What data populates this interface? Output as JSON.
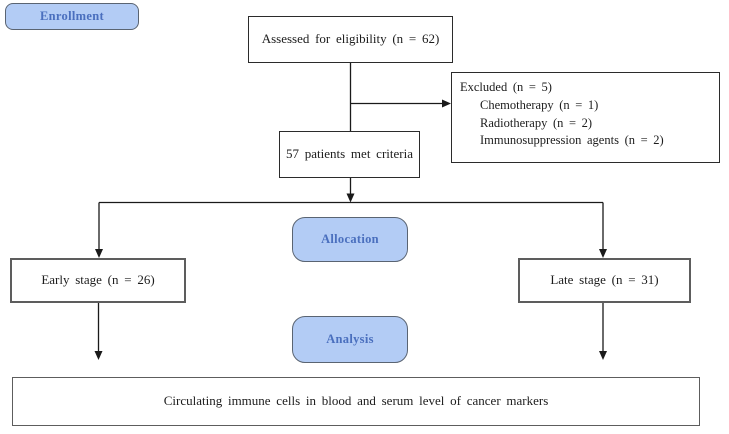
{
  "diagram": {
    "type": "flowchart",
    "title_semantic": "CONSORT-style patient enrollment flow diagram",
    "phase_badges": {
      "enrollment": "Enrollment",
      "allocation": "Allocation",
      "analysis": "Analysis"
    },
    "nodes": {
      "assessed": "Assessed for eligibility (n = 62)",
      "excluded": {
        "title": "Excluded (n = 5)",
        "items": [
          "Chemotherapy (n = 1)",
          "Radiotherapy (n = 2)",
          "Immunosuppression agents (n = 2)"
        ]
      },
      "criteria": "57 patients met criteria",
      "early_stage": "Early stage (n = 26)",
      "late_stage": "Late stage (n = 31)",
      "outcome": "Circulating immune cells in blood and serum level of cancer markers"
    },
    "counts": {
      "assessed_n": 62,
      "excluded_n": 5,
      "chemotherapy_n": 1,
      "radiotherapy_n": 2,
      "immunosuppression_n": 2,
      "met_criteria_n": 57,
      "early_stage_n": 26,
      "late_stage_n": 31
    },
    "colors": {
      "badge_fill": "#b3ccf5",
      "badge_border": "#5a6472",
      "badge_text": "#4a6fbe",
      "box_border": "#2b2b2b",
      "box_text": "#1c1c1c",
      "connector": "#1a1a1a",
      "background": "#ffffff"
    }
  }
}
